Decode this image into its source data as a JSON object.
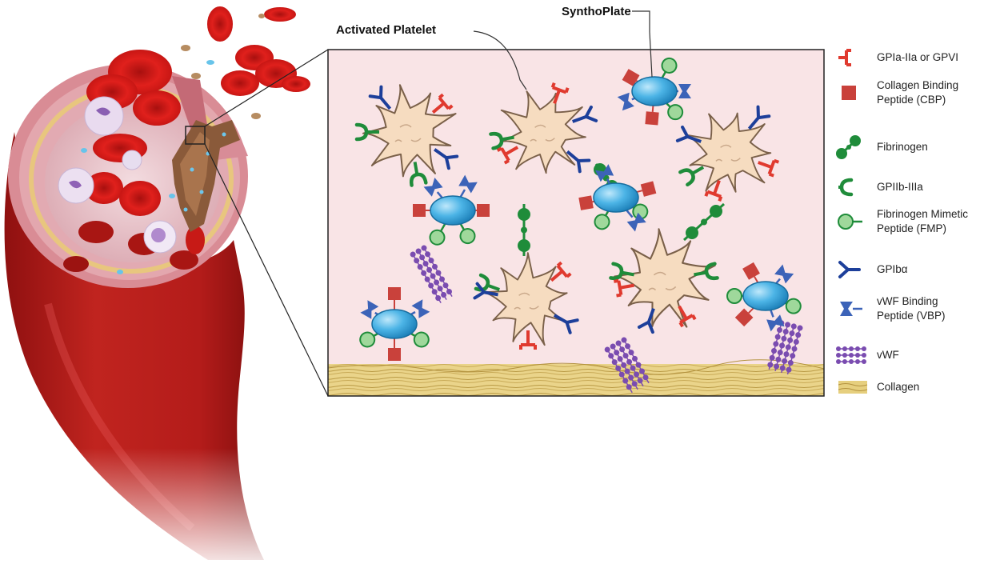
{
  "callouts": {
    "activated_platelet": "Activated Platelet",
    "synthoplate": "SynthoPlate"
  },
  "legend": [
    {
      "icon": "gpia-iia-gpvi-icon",
      "label_lines": [
        "GPIa-IIa or GPVI"
      ]
    },
    {
      "icon": "cbp-icon",
      "label_lines": [
        "Collagen Binding",
        "Peptide (CBP)"
      ]
    },
    {
      "icon": "fibrinogen-icon",
      "label_lines": [
        "Fibrinogen"
      ]
    },
    {
      "icon": "gpiib-iiia-icon",
      "label_lines": [
        "GPIIb-IIIa"
      ]
    },
    {
      "icon": "fmp-icon",
      "label_lines": [
        "Fibrinogen Mimetic",
        "Peptide (FMP)"
      ]
    },
    {
      "icon": "gpib-alpha-icon",
      "label_lines": [
        "GPIbα"
      ]
    },
    {
      "icon": "vbp-icon",
      "label_lines": [
        "vWF Binding",
        "Peptide (VBP)"
      ]
    },
    {
      "icon": "vwf-icon",
      "label_lines": [
        "vWF"
      ]
    },
    {
      "icon": "collagen-icon",
      "label_lines": [
        "Collagen"
      ]
    }
  ],
  "colors": {
    "receptor_red": "#e03a2f",
    "cbp_red": "#c9413b",
    "fibrinogen_green": "#1f8c3a",
    "fmp_green": "#9fd89b",
    "gpib_blue": "#1d3f9a",
    "vbp_blue": "#3c63b8",
    "vwf_purple": "#7a4cb0",
    "collagen_tan": "#e6cf7e",
    "vessel_red": "#b8211f",
    "inset_pink": "#f9e4e6"
  }
}
